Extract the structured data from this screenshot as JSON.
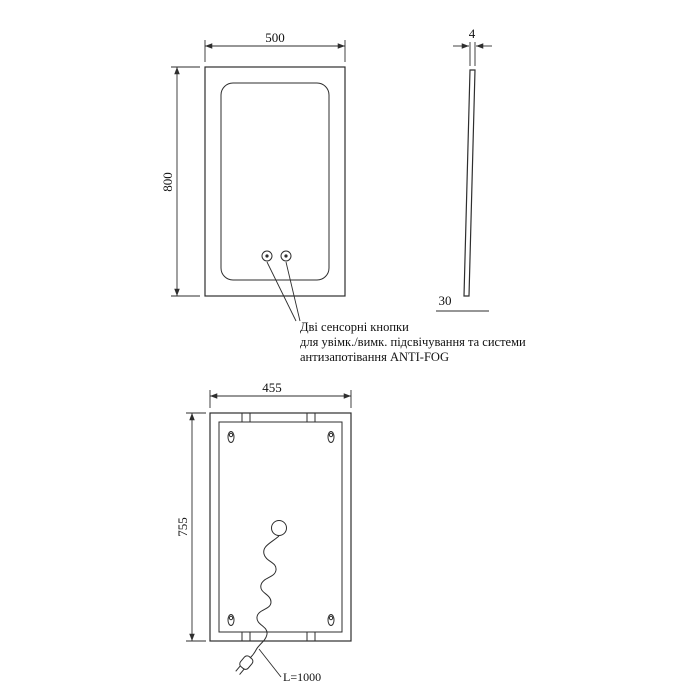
{
  "drawing": {
    "front_view": {
      "width": "500",
      "height": "800"
    },
    "side_view": {
      "thickness": "4",
      "depth": "30"
    },
    "rear_view": {
      "width": "455",
      "height": "755",
      "cable_length": "L=1000"
    },
    "note": {
      "line1": "Дві сенсорні кнопки",
      "line2": "для увімк./вимк. підсвічування та системи",
      "line3": "антизапотівання ANTI-FOG"
    },
    "colors": {
      "line": "#2e2e2e",
      "text": "#111111",
      "background": "#ffffff"
    }
  }
}
